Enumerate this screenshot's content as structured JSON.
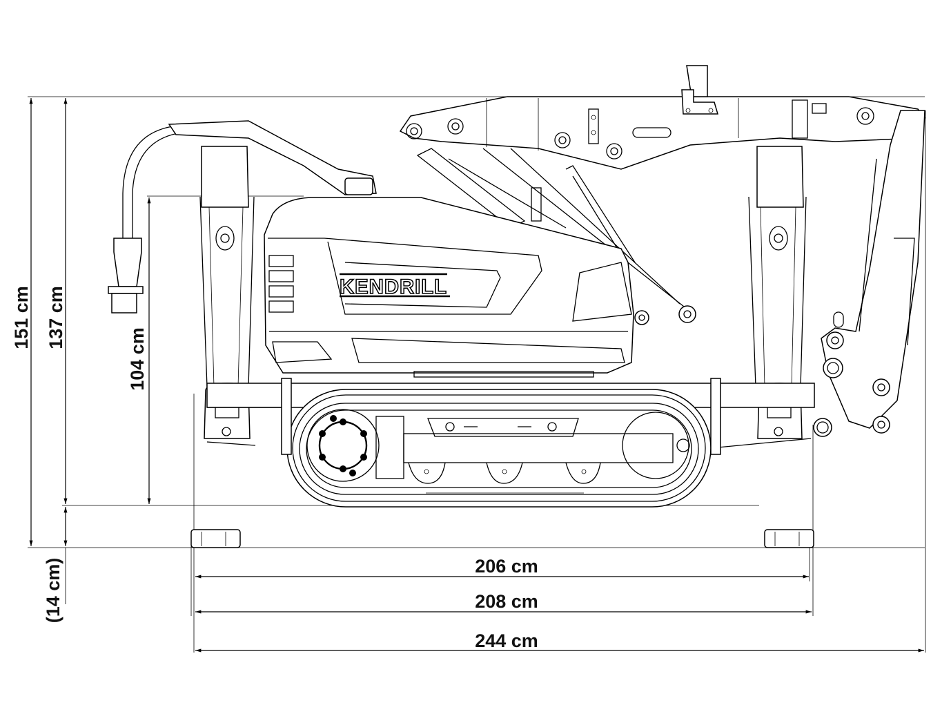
{
  "diagram": {
    "subject": "Tracked compact spider lift, side view, stowed position",
    "brand_label": "KENDRILL",
    "line_color": "#000000",
    "background_color": "#ffffff"
  },
  "dimensions": {
    "vertical": [
      {
        "id": "overall-height",
        "label": "151 cm",
        "value_cm": 151
      },
      {
        "id": "height-without-outrigger-pads",
        "label": "137 cm",
        "value_cm": 137
      },
      {
        "id": "upper-body-height",
        "label": "104 cm",
        "value_cm": 104
      },
      {
        "id": "ground-clearance-pads",
        "label": "(14 cm)",
        "value_cm": 14
      }
    ],
    "horizontal": [
      {
        "id": "outrigger-span-inner",
        "label": "206 cm",
        "value_cm": 206
      },
      {
        "id": "outrigger-span-outer",
        "label": "208 cm",
        "value_cm": 208
      },
      {
        "id": "overall-length",
        "label": "244 cm",
        "value_cm": 244
      }
    ]
  }
}
